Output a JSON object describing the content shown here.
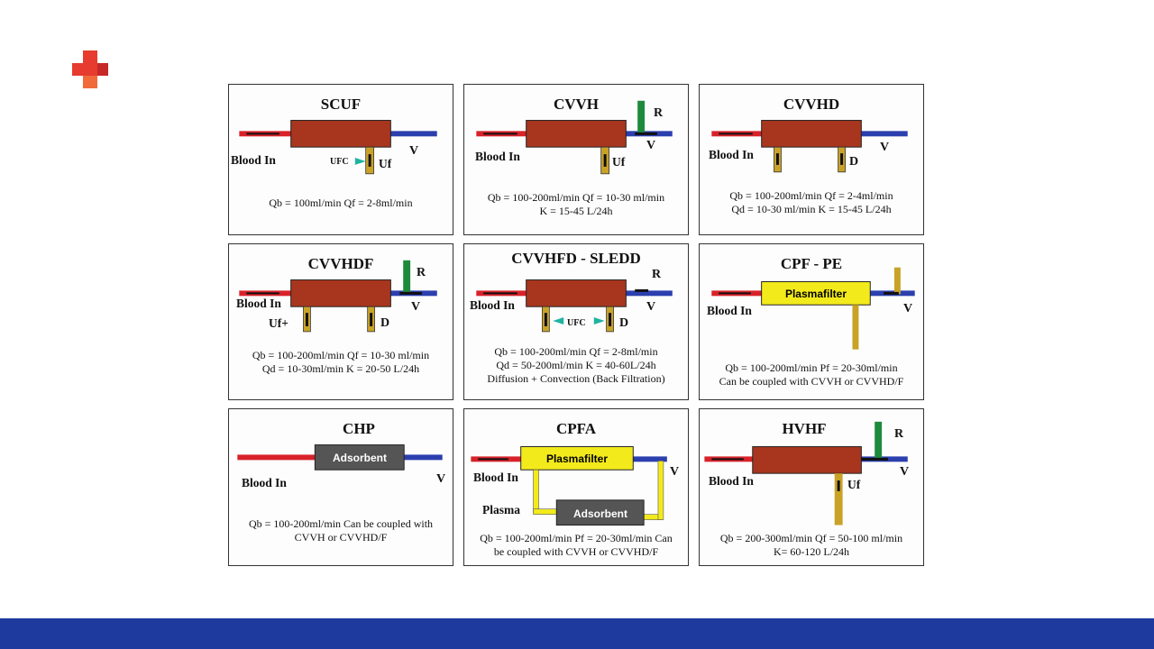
{
  "colors": {
    "brand_red": "#e63b2e",
    "footer_blue": "#1e3a9e",
    "blood_in": "#d8222a",
    "venous": "#2b3fae",
    "filter": "#a8361e",
    "effluent": "#c9a227",
    "replacement": "#1e8a3c",
    "ufc": "#1fb3a0",
    "plasmafilter": "#f3ea1c",
    "adsorbent": "#555555"
  },
  "panels": {
    "scuf": {
      "title": "SCUF",
      "labels": {
        "blood_in": "Blood In",
        "v": "V",
        "ufc": "UFC",
        "uf": "Uf"
      },
      "formula": [
        "Qb = 100ml/min   Qf = 2-8ml/min"
      ]
    },
    "cvvh": {
      "title": "CVVH",
      "labels": {
        "blood_in": "Blood In",
        "v": "V",
        "r": "R",
        "uf": "Uf"
      },
      "formula": [
        "Qb = 100-200ml/min   Qf = 10-30 ml/min",
        "K = 15-45 L/24h"
      ]
    },
    "cvvhd": {
      "title": "CVVHD",
      "labels": {
        "blood_in": "Blood In",
        "v": "V",
        "d": "D"
      },
      "formula": [
        "Qb = 100-200ml/min   Qf = 2-4ml/min",
        "Qd = 10-30 ml/min     K = 15-45 L/24h"
      ]
    },
    "cvvhdf": {
      "title": "CVVHDF",
      "labels": {
        "blood_in": "Blood In",
        "v": "V",
        "r": "R",
        "uf": "Uf+",
        "d": "D"
      },
      "formula": [
        "Qb = 100-200ml/min   Qf = 10-30 ml/min",
        "Qd = 10-30ml/min       K = 20-50 L/24h"
      ]
    },
    "cvvhfd_sledd": {
      "title": "CVVHFD - SLEDD",
      "labels": {
        "blood_in": "Blood In",
        "v": "V",
        "r": "R",
        "ufc": "UFC",
        "d": "D"
      },
      "formula": [
        "Qb = 100-200ml/min   Qf = 2-8ml/min",
        "Qd = 50-200ml/min     K = 40-60L/24h",
        "Diffusion + Convection (Back Filtration)"
      ]
    },
    "cpf_pe": {
      "title": "CPF - PE",
      "labels": {
        "blood_in": "Blood In",
        "v": "V",
        "plasmafilter": "Plasmafilter"
      },
      "formula": [
        "Qb = 100-200ml/min   Pf = 20-30ml/min",
        "Can be coupled with CVVH or CVVHD/F"
      ]
    },
    "chp": {
      "title": "CHP",
      "labels": {
        "blood_in": "Blood In",
        "v": "V",
        "adsorbent": "Adsorbent"
      },
      "formula": [
        "Qb = 100-200ml/min   Can be coupled with",
        "CVVH or CVVHD/F"
      ]
    },
    "cpfa": {
      "title": "CPFA",
      "labels": {
        "blood_in": "Blood In",
        "v": "V",
        "plasma": "Plasma",
        "plasmafilter": "Plasmafilter",
        "adsorbent": "Adsorbent"
      },
      "formula": [
        "Qb = 100-200ml/min   Pf = 20-30ml/min Can",
        "be coupled with CVVH or CVVHD/F"
      ]
    },
    "hvhf": {
      "title": "HVHF",
      "labels": {
        "blood_in": "Blood In",
        "v": "V",
        "r": "R",
        "uf": "Uf"
      },
      "formula": [
        "Qb = 200-300ml/min   Qf = 50-100 ml/min",
        "K= 60-120 L/24h"
      ]
    }
  }
}
